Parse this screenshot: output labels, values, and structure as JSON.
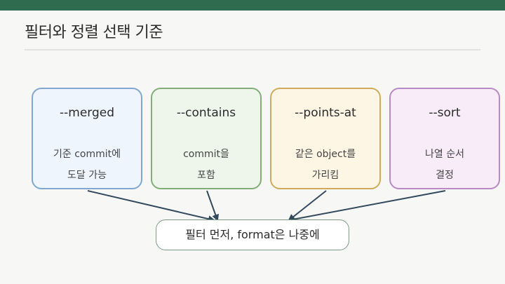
{
  "slide": {
    "title": "필터와 정렬 선택 기준"
  },
  "options": [
    {
      "flag": "--merged",
      "desc_line1": "기준 commit에",
      "desc_line2": "도달 가능"
    },
    {
      "flag": "--contains",
      "desc_line1": "commit을",
      "desc_line2": "포함"
    },
    {
      "flag": "--points-at",
      "desc_line1": "같은 object를",
      "desc_line2": "가리킴"
    },
    {
      "flag": "--sort",
      "desc_line1": "나열 순서",
      "desc_line2": "결정"
    }
  ],
  "result": {
    "text": "필터 먼저, format은 나중에"
  },
  "colors": {
    "header_bar": "#2f6b4f",
    "arrow": "#34495e",
    "box_blue": "#eef5fd",
    "box_green": "#eef6ec",
    "box_yellow": "#fdf6e5",
    "box_purple": "#f7ecf7"
  }
}
